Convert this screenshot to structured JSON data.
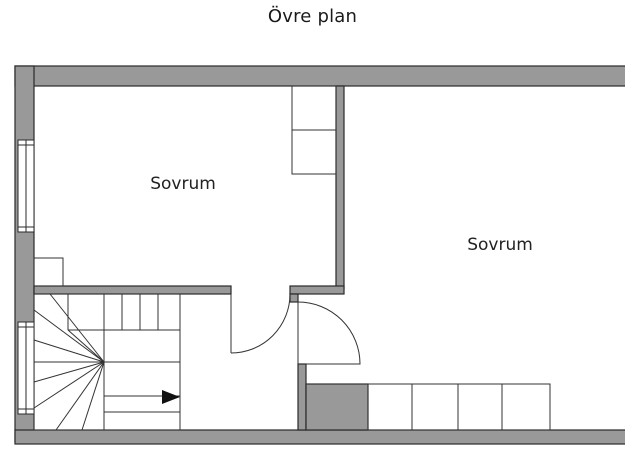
{
  "floor_title": "Övre plan",
  "rooms": [
    {
      "label": "Sovrum"
    },
    {
      "label": "Sovrum"
    }
  ],
  "colors": {
    "wall": "#999999",
    "wall_edge": "#2a2a2a",
    "line": "#333333",
    "floor": "#ffffff"
  }
}
